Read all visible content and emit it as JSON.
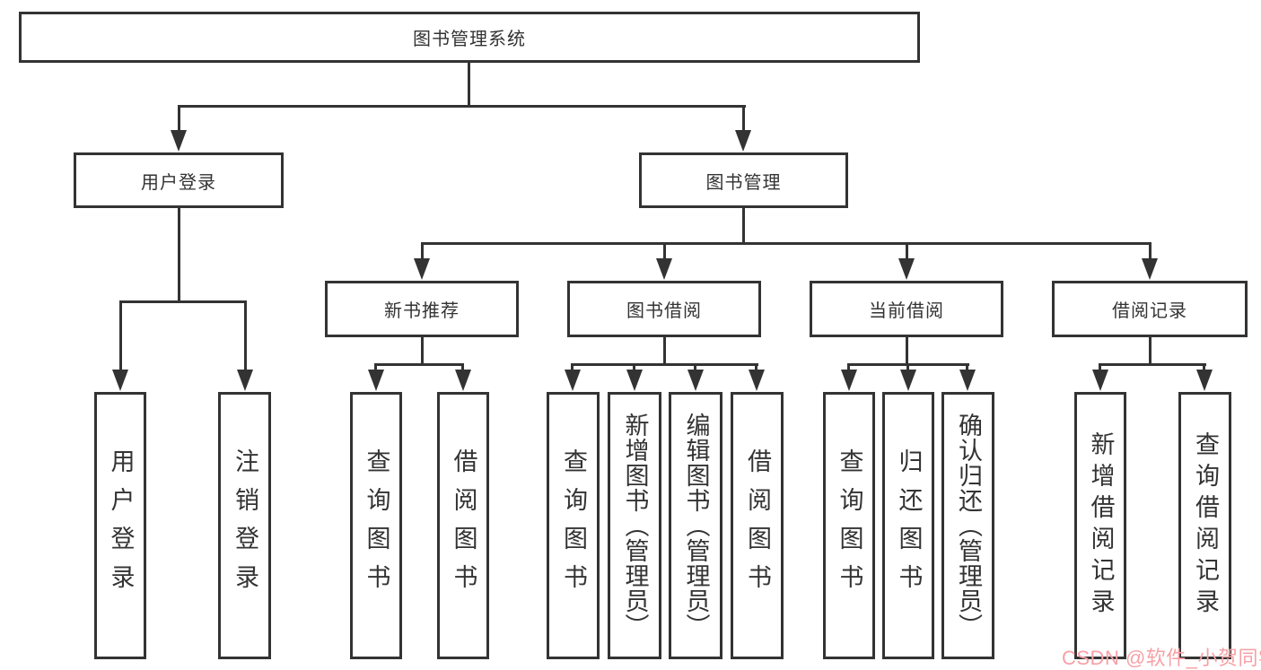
{
  "diagram_title": "图书管理系统",
  "tree": {
    "label": "图书管理系统",
    "children": [
      {
        "label": "用户登录",
        "children": [
          {
            "label": "用户登录"
          },
          {
            "label": "注销登录"
          }
        ]
      },
      {
        "label": "图书管理",
        "children": [
          {
            "label": "新书推荐",
            "children": [
              {
                "label": "查询图书"
              },
              {
                "label": "借阅图书"
              }
            ]
          },
          {
            "label": "图书借阅",
            "children": [
              {
                "label": "查询图书"
              },
              {
                "label": "新增图书（管理员）"
              },
              {
                "label": "编辑图书（管理员）"
              },
              {
                "label": "借阅图书"
              }
            ]
          },
          {
            "label": "当前借阅",
            "children": [
              {
                "label": "查询图书"
              },
              {
                "label": "归还图书"
              },
              {
                "label": "确认归还（管理员）"
              }
            ]
          },
          {
            "label": "借阅记录",
            "children": [
              {
                "label": "新增借阅记录"
              },
              {
                "label": "查询借阅记录"
              }
            ]
          }
        ]
      }
    ]
  },
  "watermark": {
    "text": "CSDN @软件_小贺同学",
    "color": "#F7A1A6"
  },
  "colors": {
    "line": "#333333",
    "background": "#FFFFFF",
    "box_fill": "#FFFFFF",
    "text": "#333333"
  }
}
